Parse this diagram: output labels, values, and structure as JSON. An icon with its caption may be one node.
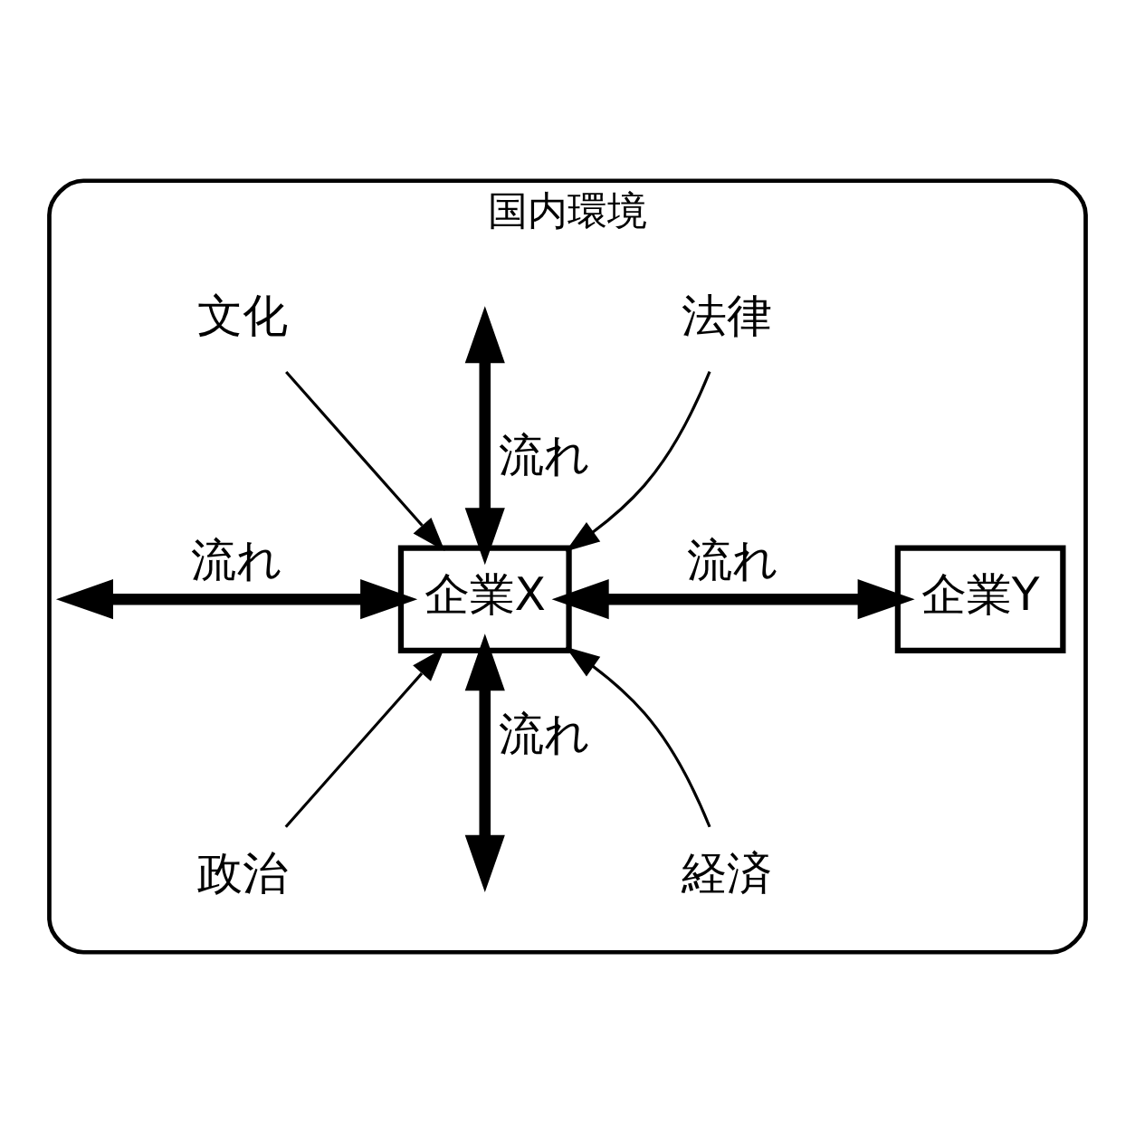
{
  "diagram": {
    "nodes": [
      {
        "text": [
          "国内環境"
        ]
      },
      {
        "text": [
          "企業X"
        ],
        "in": 0
      },
      {
        "text": [
          "企業Y"
        ],
        "in": 0
      },
      {
        "text": [
          "法律"
        ],
        "in": 0
      },
      {
        "text": [
          "文化"
        ],
        "in": 0
      },
      {
        "text": [
          "政治"
        ],
        "in": 0
      },
      {
        "text": [
          "経済"
        ],
        "in": 0
      }
    ],
    "edges": [
      {
        "from": 3,
        "to": 1,
        "arrow": "to"
      },
      {
        "from": 4,
        "to": 1,
        "arrow": "to"
      },
      {
        "from": 5,
        "to": 1,
        "arrow": "to"
      },
      {
        "from": 6,
        "to": 1,
        "arrow": "to"
      },
      {
        "from": 1,
        "to": null,
        "arrow": "both",
        "label": "流れ",
        "style": "thick"
      },
      {
        "from": 1,
        "to": null,
        "arrow": "both",
        "label": "流れ",
        "style": "thick"
      },
      {
        "from": 1,
        "to": null,
        "arrow": "both",
        "label": "流れ",
        "style": "thick"
      },
      {
        "from": 1,
        "to": 2,
        "arrow": "both",
        "label": "流れ",
        "style": "thick"
      }
    ]
  }
}
